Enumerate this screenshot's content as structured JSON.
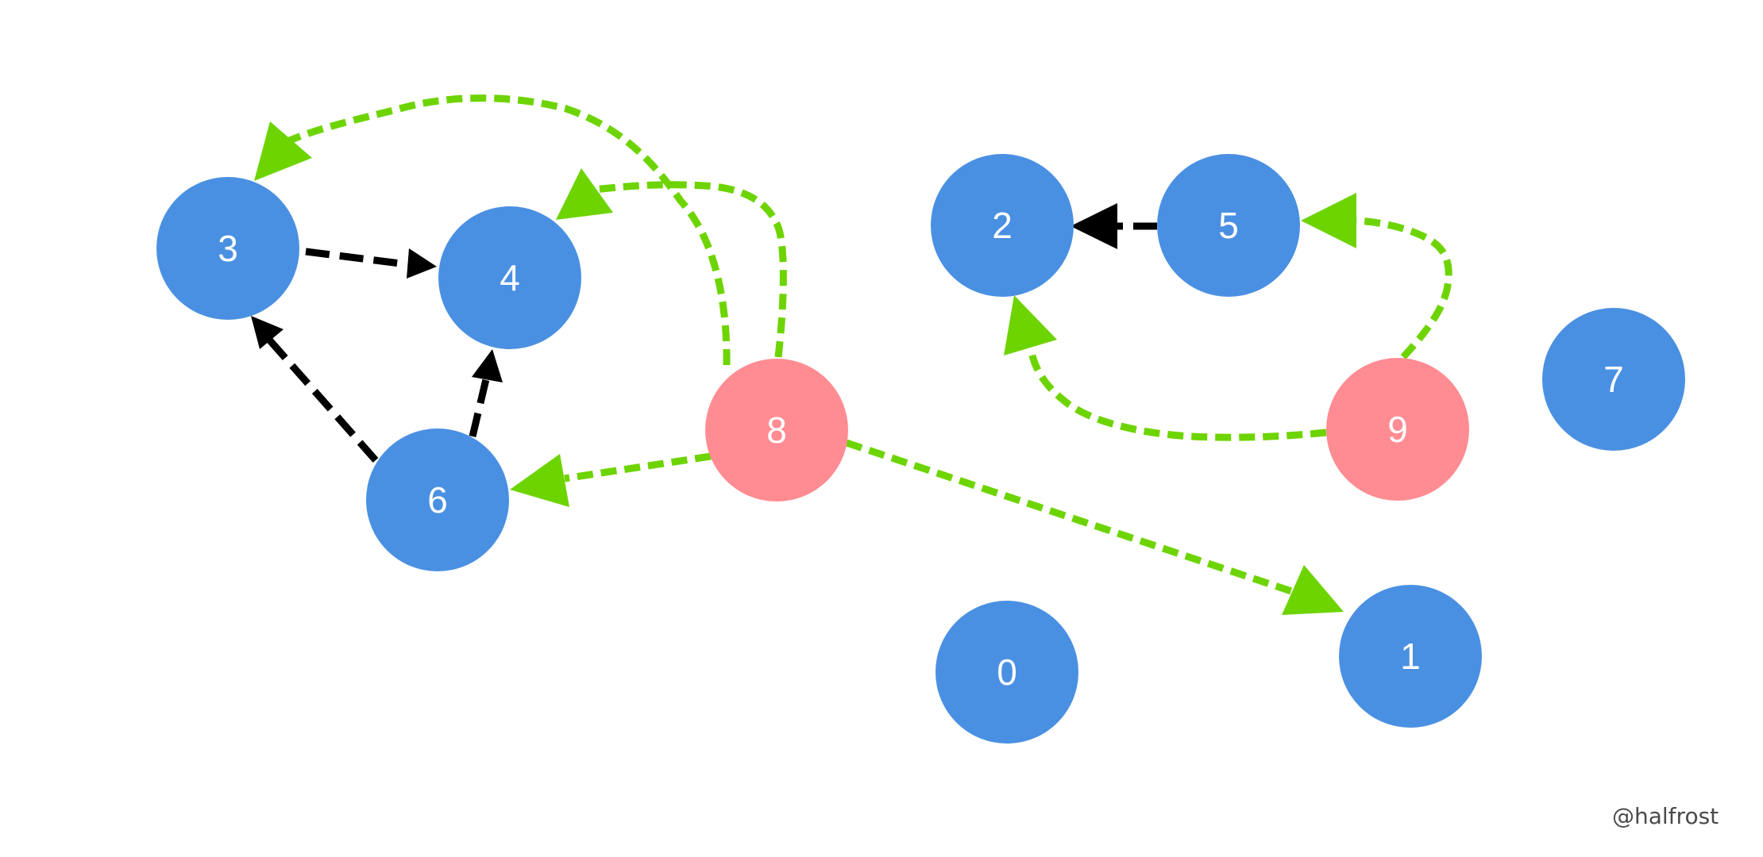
{
  "colors": {
    "normal_node": "#4A90E2",
    "highlight_node": "#FF8C92",
    "black_edge": "#000000",
    "green_edge": "#6DD400",
    "label": "#FFFFFF"
  },
  "nodes": [
    {
      "id": "0",
      "label": "0",
      "kind": "normal"
    },
    {
      "id": "1",
      "label": "1",
      "kind": "normal"
    },
    {
      "id": "2",
      "label": "2",
      "kind": "normal"
    },
    {
      "id": "3",
      "label": "3",
      "kind": "normal"
    },
    {
      "id": "4",
      "label": "4",
      "kind": "normal"
    },
    {
      "id": "5",
      "label": "5",
      "kind": "normal"
    },
    {
      "id": "6",
      "label": "6",
      "kind": "normal"
    },
    {
      "id": "7",
      "label": "7",
      "kind": "normal"
    },
    {
      "id": "8",
      "label": "8",
      "kind": "highlight"
    },
    {
      "id": "9",
      "label": "9",
      "kind": "highlight"
    }
  ],
  "edges": [
    {
      "from": "3",
      "to": "4",
      "style": "black"
    },
    {
      "from": "6",
      "to": "3",
      "style": "black"
    },
    {
      "from": "6",
      "to": "4",
      "style": "black"
    },
    {
      "from": "5",
      "to": "2",
      "style": "black"
    },
    {
      "from": "8",
      "to": "3",
      "style": "green"
    },
    {
      "from": "8",
      "to": "4",
      "style": "green"
    },
    {
      "from": "8",
      "to": "6",
      "style": "green"
    },
    {
      "from": "8",
      "to": "1",
      "style": "green"
    },
    {
      "from": "9",
      "to": "5",
      "style": "green"
    },
    {
      "from": "9",
      "to": "2",
      "style": "green"
    }
  ],
  "watermark": "@halfrost"
}
